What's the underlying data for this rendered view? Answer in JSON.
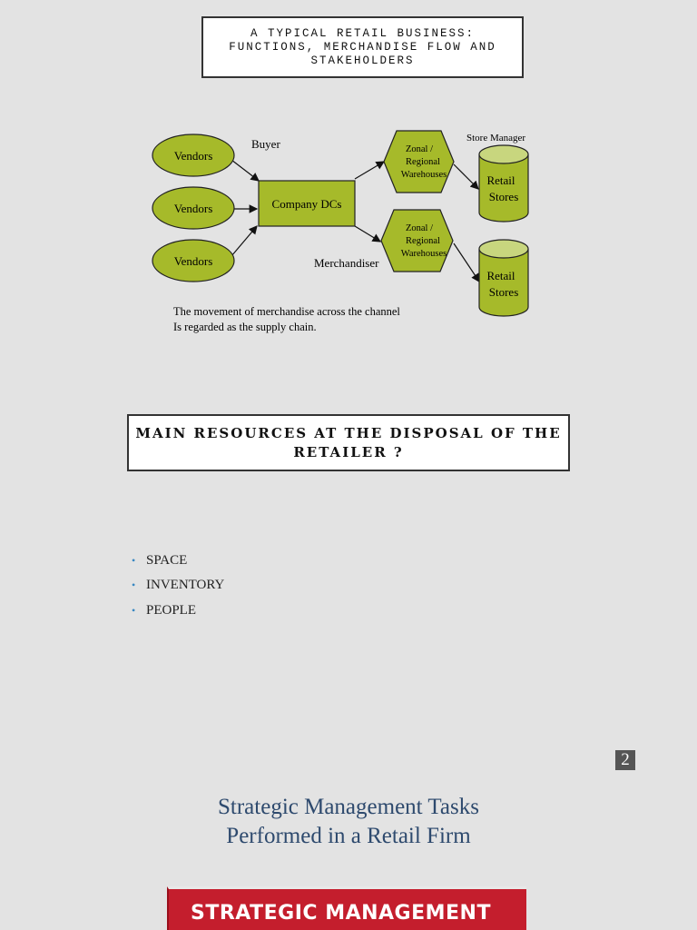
{
  "slide1": {
    "title_lines": [
      "A TYPICAL RETAIL BUSINESS:",
      "FUNCTIONS, MERCHANDISE FLOW AND",
      "STAKEHOLDERS"
    ],
    "diagram": {
      "vendor_label": "Vendors",
      "buyer_label": "Buyer",
      "dc_label": "Company DCs",
      "warehouse_lines": [
        "Zonal /",
        "Regional",
        "Warehouses"
      ],
      "store_manager_label": "Store Manager",
      "store_lines": [
        "Retail",
        "Stores"
      ],
      "merchandiser_label": "Merchandiser",
      "caption_lines": [
        "The movement of merchandise across the channel",
        "Is regarded as the supply chain."
      ],
      "colors": {
        "fill": "#a6ba2a",
        "store_top": "#c8d67e",
        "stroke": "#222222"
      }
    }
  },
  "slide2": {
    "heading_lines": [
      "MAIN RESOURCES AT THE DISPOSAL OF THE",
      "RETAILER ?"
    ],
    "bullets": [
      "SPACE",
      "INVENTORY",
      "PEOPLE"
    ]
  },
  "page_number": "2",
  "slide3": {
    "title_lines": [
      "Strategic Management Tasks",
      "Performed in a Retail Firm"
    ],
    "banner_text": "STRATEGIC MANAGEMENT"
  }
}
